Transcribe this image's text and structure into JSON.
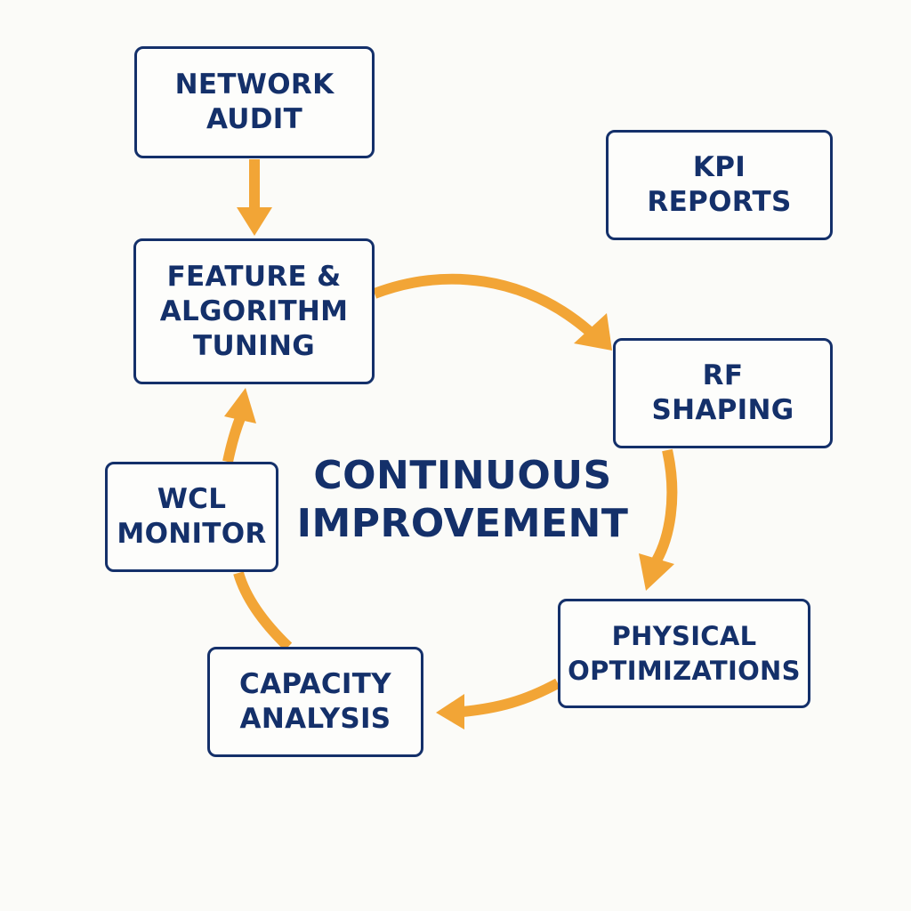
{
  "nodes": {
    "network_audit": {
      "lines": [
        "NETWORK",
        "AUDIT"
      ]
    },
    "kpi_reports": {
      "lines": [
        "KPI",
        "REPORTS"
      ]
    },
    "feature_tuning": {
      "lines": [
        "FEATURE &",
        "ALGORITHM",
        "TUNING"
      ]
    },
    "rf_shaping": {
      "lines": [
        "RF",
        "SHAPING"
      ]
    },
    "wcl_monitor": {
      "lines": [
        "WCL",
        "MONITOR"
      ]
    },
    "physical_optimizations": {
      "lines": [
        "PHYSICAL",
        "OPTIMIZATIONS"
      ]
    },
    "capacity_analysis": {
      "lines": [
        "CAPACITY",
        "ANALYSIS"
      ]
    }
  },
  "center_label": {
    "lines": [
      "CONTINUOUS",
      "IMPROVEMENT"
    ]
  },
  "edges": [
    {
      "from": "network_audit",
      "to": "feature_tuning"
    },
    {
      "from": "feature_tuning",
      "to": "rf_shaping"
    },
    {
      "from": "rf_shaping",
      "to": "physical_optimizations"
    },
    {
      "from": "physical_optimizations",
      "to": "capacity_analysis"
    },
    {
      "from": "capacity_analysis",
      "to": "feature_tuning"
    }
  ],
  "colors": {
    "box_border": "#14306a",
    "text": "#14306a",
    "arrow": "#f2a536",
    "background": "#fbfbf8"
  }
}
